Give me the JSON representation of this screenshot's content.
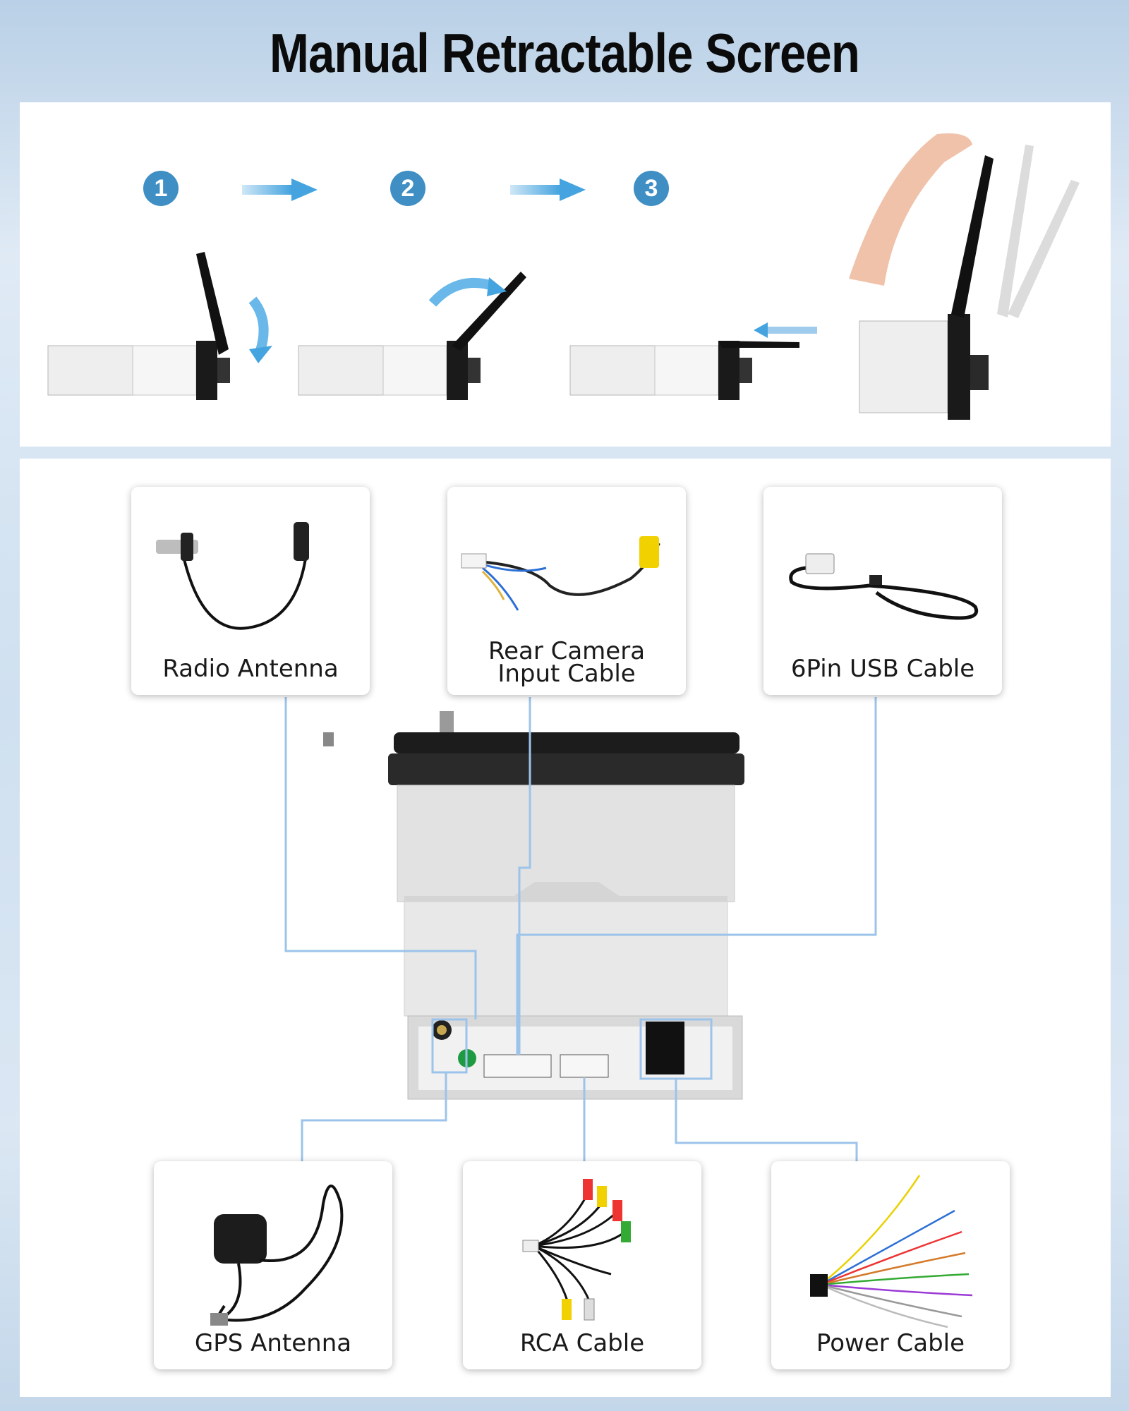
{
  "title": "Manual Retractable Screen",
  "steps": [
    {
      "number": "1"
    },
    {
      "number": "2"
    },
    {
      "number": "3"
    }
  ],
  "accessories": {
    "radio_antenna": "Radio Antenna",
    "rear_camera_line1": "Rear Camera",
    "rear_camera_line2": "Input Cable",
    "usb_cable": "6Pin USB Cable",
    "gps_antenna": "GPS Antenna",
    "rca_cable": "RCA Cable",
    "power_cable": "Power Cable"
  },
  "colors": {
    "accent": "#3f8fc4",
    "connector_line": "#9cc4ea"
  }
}
